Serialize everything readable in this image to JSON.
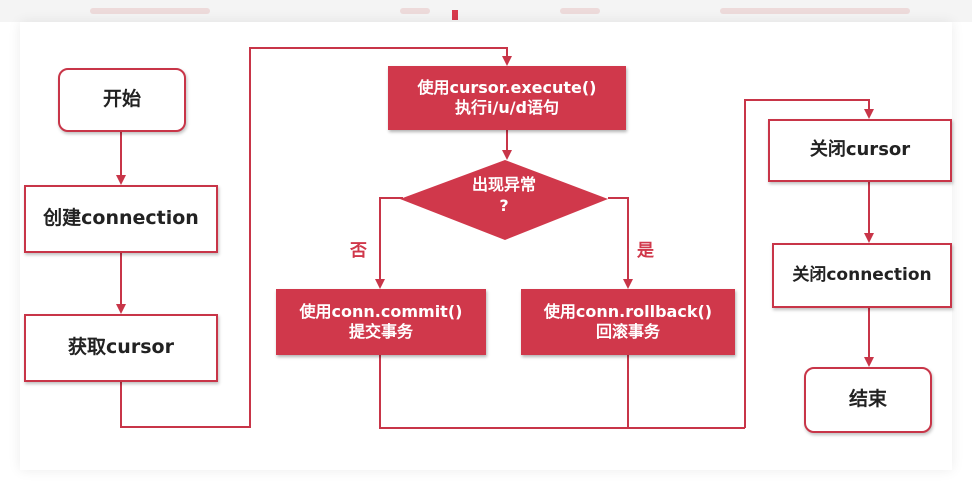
{
  "nodes": {
    "start": "开始",
    "create_connection": "创建connection",
    "get_cursor": "获取cursor",
    "execute_line1": "使用cursor.execute()",
    "execute_line2": "执行i/u/d语句",
    "decision_line1": "出现异常",
    "decision_line2": "?",
    "commit_line1": "使用conn.commit()",
    "commit_line2": "提交事务",
    "rollback_line1": "使用conn.rollback()",
    "rollback_line2": "回滚事务",
    "close_cursor": "关闭cursor",
    "close_connection": "关闭connection",
    "end": "结束"
  },
  "branches": {
    "no": "否",
    "yes": "是"
  },
  "colors": {
    "accent": "#d0384b",
    "text_dark": "#222222"
  }
}
